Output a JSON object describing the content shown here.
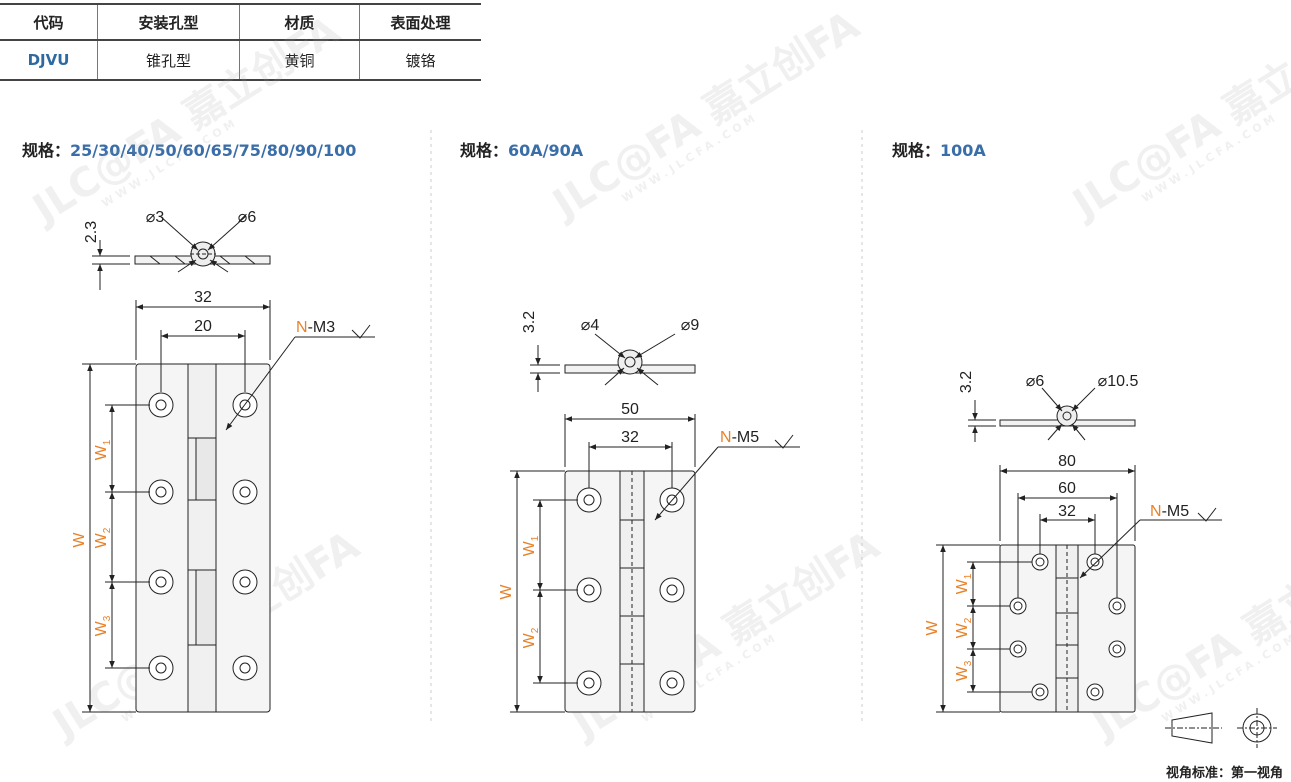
{
  "spec_table": {
    "headers": [
      "代码",
      "安装孔型",
      "材质",
      "表面处理"
    ],
    "row": [
      "DJVU",
      "锥孔型",
      "黄铜",
      "镀铬"
    ]
  },
  "sections": [
    {
      "label": "规格：",
      "value": "25/30/40/50/60/65/75/80/90/100"
    },
    {
      "label": "规格：",
      "value": "60A/90A"
    },
    {
      "label": "规格：",
      "value": "100A"
    }
  ],
  "drawing1": {
    "thickness": "2.3",
    "hole_small": "⌀3",
    "hole_large": "⌀6",
    "width_total": "32",
    "width_holes": "20",
    "thread": "N",
    "thread_suffix": "-M3",
    "w1": "W",
    "w2": "W",
    "w3": "W",
    "w": "W",
    "sub1": "1",
    "sub2": "2",
    "sub3": "3"
  },
  "drawing2": {
    "thickness": "3.2",
    "hole_small": "⌀4",
    "hole_large": "⌀9",
    "width_total": "50",
    "width_holes": "32",
    "thread": "N",
    "thread_suffix": "-M5",
    "w1": "W",
    "w2": "W",
    "w": "W",
    "sub1": "1",
    "sub2": "2"
  },
  "drawing3": {
    "thickness": "3.2",
    "hole_small": "⌀6",
    "hole_large": "⌀10.5",
    "width_total": "80",
    "width_mid": "60",
    "width_holes": "32",
    "thread": "N",
    "thread_suffix": "-M5",
    "w1": "W",
    "w2": "W",
    "w3": "W",
    "w": "W",
    "sub1": "1",
    "sub2": "2",
    "sub3": "3"
  },
  "watermark": {
    "brand": "JLC@FA 嘉立创FA",
    "url": "WWW.JLCFA.COM"
  },
  "view_standard": "视角标准：第一视角",
  "colors": {
    "accent_blue": "#3a6ea8",
    "dimension_orange": "#e8822a"
  }
}
